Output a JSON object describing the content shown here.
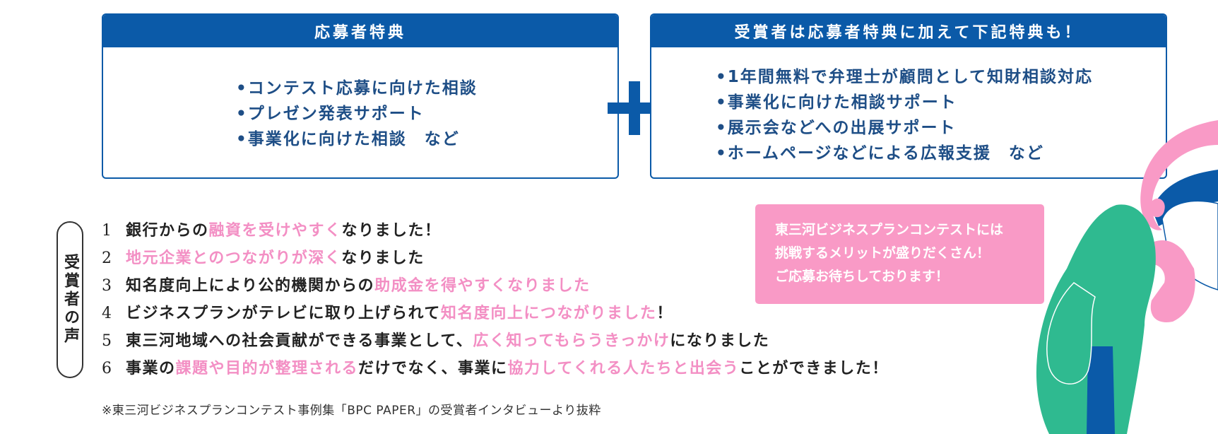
{
  "applicant_benefits": {
    "title": "応募者特典",
    "items": [
      "•コンテスト応募に向けた相談",
      "•プレゼン発表サポート",
      "•事業化に向けた相談　など"
    ]
  },
  "plus_symbol": "+",
  "winner_benefits": {
    "title": "受賞者は応募者特典に加えて下記特典も！",
    "items": [
      "•1年間無料で弁理士が顧問として知財相談対応",
      "•事業化に向けた相談サポート",
      "•展示会などへの出展サポート",
      "•ホームページなどによる広報支援　など"
    ]
  },
  "voices": {
    "label": "受賞者の声",
    "items": [
      {
        "num": "1",
        "parts": [
          {
            "text": "銀行からの",
            "hl": false
          },
          {
            "text": "融資を受けやすく",
            "hl": true
          },
          {
            "text": "なりました！",
            "hl": false
          }
        ]
      },
      {
        "num": "2",
        "parts": [
          {
            "text": "地元企業とのつながりが深く",
            "hl": true
          },
          {
            "text": "なりました",
            "hl": false
          }
        ]
      },
      {
        "num": "3",
        "parts": [
          {
            "text": "知名度向上により公的機関からの",
            "hl": false
          },
          {
            "text": "助成金を得やすくなりました",
            "hl": true
          }
        ]
      },
      {
        "num": "4",
        "parts": [
          {
            "text": "ビジネスプランがテレビに取り上げられて",
            "hl": false
          },
          {
            "text": "知名度向上につながりました",
            "hl": true
          },
          {
            "text": "！",
            "hl": false
          }
        ]
      },
      {
        "num": "5",
        "parts": [
          {
            "text": "東三河地域への社会貢献ができる事業として、",
            "hl": false
          },
          {
            "text": "広く知ってもらうきっかけ",
            "hl": true
          },
          {
            "text": "になりました",
            "hl": false
          }
        ]
      },
      {
        "num": "6",
        "parts": [
          {
            "text": "事業の",
            "hl": false
          },
          {
            "text": "課題や目的が整理される",
            "hl": true
          },
          {
            "text": "だけでなく、事業に",
            "hl": false
          },
          {
            "text": "協力してくれる人たちと出会う",
            "hl": true
          },
          {
            "text": "ことができました！",
            "hl": false
          }
        ]
      }
    ]
  },
  "footnote": "※東三河ビジネスプランコンテスト事例集「BPC PAPER」の受賞者インタビューより抜粋",
  "bubble": {
    "lines": [
      "東三河ビジネスプランコンテストには",
      "挑戦するメリットが盛りだくさん！",
      "ご応募お待ちしております！"
    ]
  },
  "colors": {
    "blue": "#0b5aa8",
    "pink": "#f99ac6",
    "green": "#2fba90",
    "text": "#222222"
  }
}
